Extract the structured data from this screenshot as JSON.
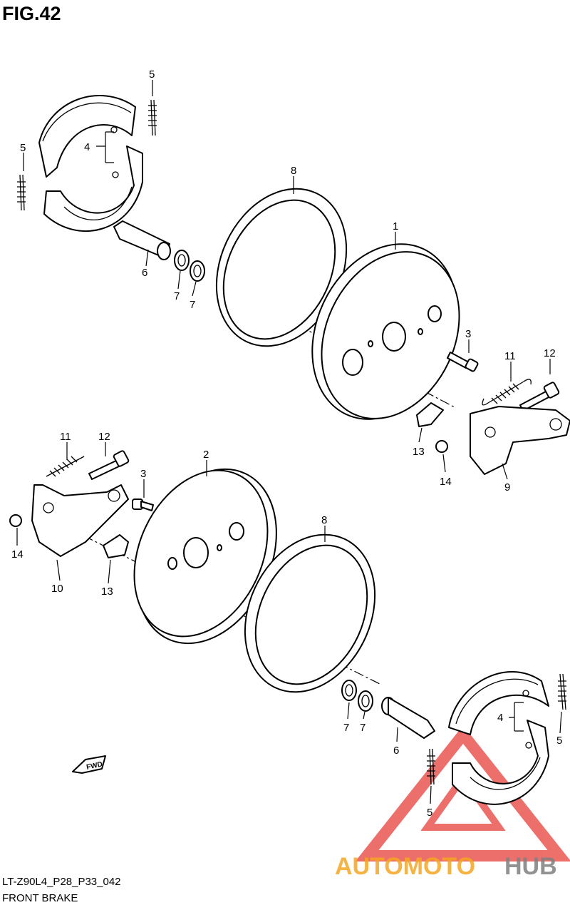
{
  "figure": {
    "title": "FIG.42",
    "code": "LT-Z90L4_P28_P33_042",
    "caption": "FRONT BRAKE"
  },
  "callouts": {
    "c1": "1",
    "c2": "2",
    "c3a": "3",
    "c3b": "3",
    "c4a": "4",
    "c4b": "4",
    "c5a": "5",
    "c5b": "5",
    "c5c": "5",
    "c5d": "5",
    "c6a": "6",
    "c6b": "6",
    "c7a": "7",
    "c7b": "7",
    "c7c": "7",
    "c7d": "7",
    "c8a": "8",
    "c8b": "8",
    "c9": "9",
    "c10": "10",
    "c11a": "11",
    "c11b": "11",
    "c12a": "12",
    "c12b": "12",
    "c13a": "13",
    "c13b": "13",
    "c14a": "14",
    "c14b": "14"
  },
  "fwd_label": "FWD",
  "watermark": {
    "brand_part1": "AUTOMOTO",
    "brand_part2": "HUB",
    "colors": {
      "triangle": "#e8403a",
      "brand_orange": "#f5a623",
      "brand_red": "#e8403a",
      "brand_gray": "#808080"
    }
  }
}
